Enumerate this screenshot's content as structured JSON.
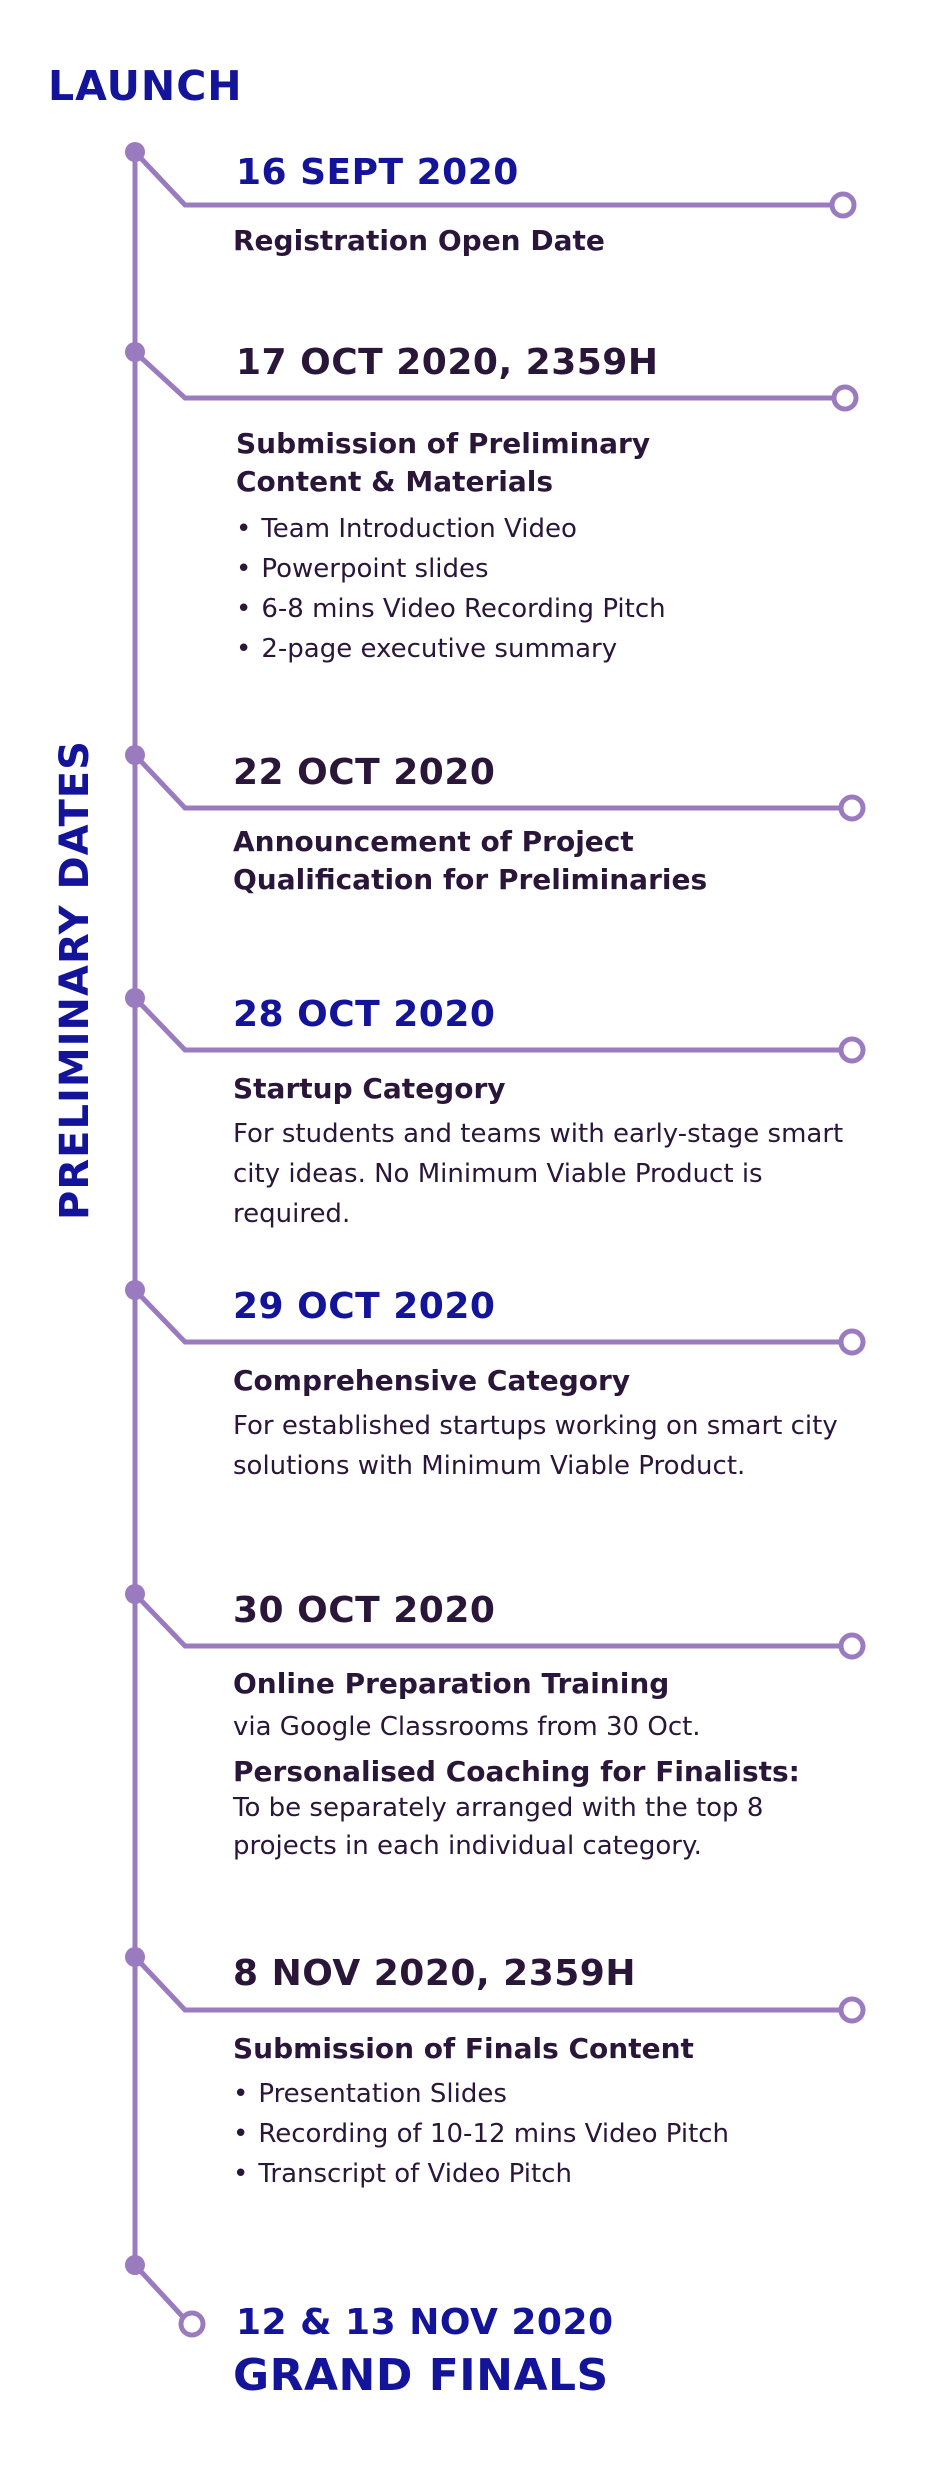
{
  "header": {
    "launch": "LAUNCH",
    "side_title": "PRELIMINARY DATES"
  },
  "colors": {
    "accent_blue": "#14149a",
    "line_purple": "#9b7bbf",
    "text_dark": "#2a1638"
  },
  "milestones": [
    {
      "date": "16 SEPT 2020",
      "title": "Registration Open Date"
    },
    {
      "date": "17 OCT 2020, 2359H",
      "title_lines": [
        "Submission of Preliminary",
        "Content & Materials"
      ],
      "bullets": [
        "Team Introduction Video",
        "Powerpoint slides",
        "6-8 mins Video Recording Pitch",
        "2-page executive summary"
      ]
    },
    {
      "date": "22 OCT 2020",
      "title_lines": [
        "Announcement of Project",
        "Qualification for Preliminaries"
      ]
    },
    {
      "date": "28 OCT 2020",
      "title": "Startup Category",
      "text_lines": [
        "For students and teams with early-stage smart",
        "city ideas. No Minimum Viable Product is",
        "required."
      ]
    },
    {
      "date": "29 OCT 2020",
      "title": "Comprehensive Category",
      "text_lines": [
        "For established startups working on smart city",
        "solutions with Minimum Viable Product."
      ]
    },
    {
      "date": "30 OCT 2020",
      "title": "Online Preparation Training",
      "text": "via Google Classrooms from 30 Oct.",
      "subtitle": "Personalised Coaching for Finalists:",
      "sub_lines": [
        "To be separately arranged with the top 8",
        "projects in each individual category."
      ]
    },
    {
      "date": "8 NOV 2020, 2359H",
      "title": "Submission of Finals Content",
      "bullets": [
        "Presentation Slides",
        "Recording of 10-12 mins Video Pitch",
        "Transcript of Video Pitch"
      ]
    }
  ],
  "finals": {
    "date": "12 & 13 NOV 2020",
    "label": "GRAND FINALS"
  }
}
